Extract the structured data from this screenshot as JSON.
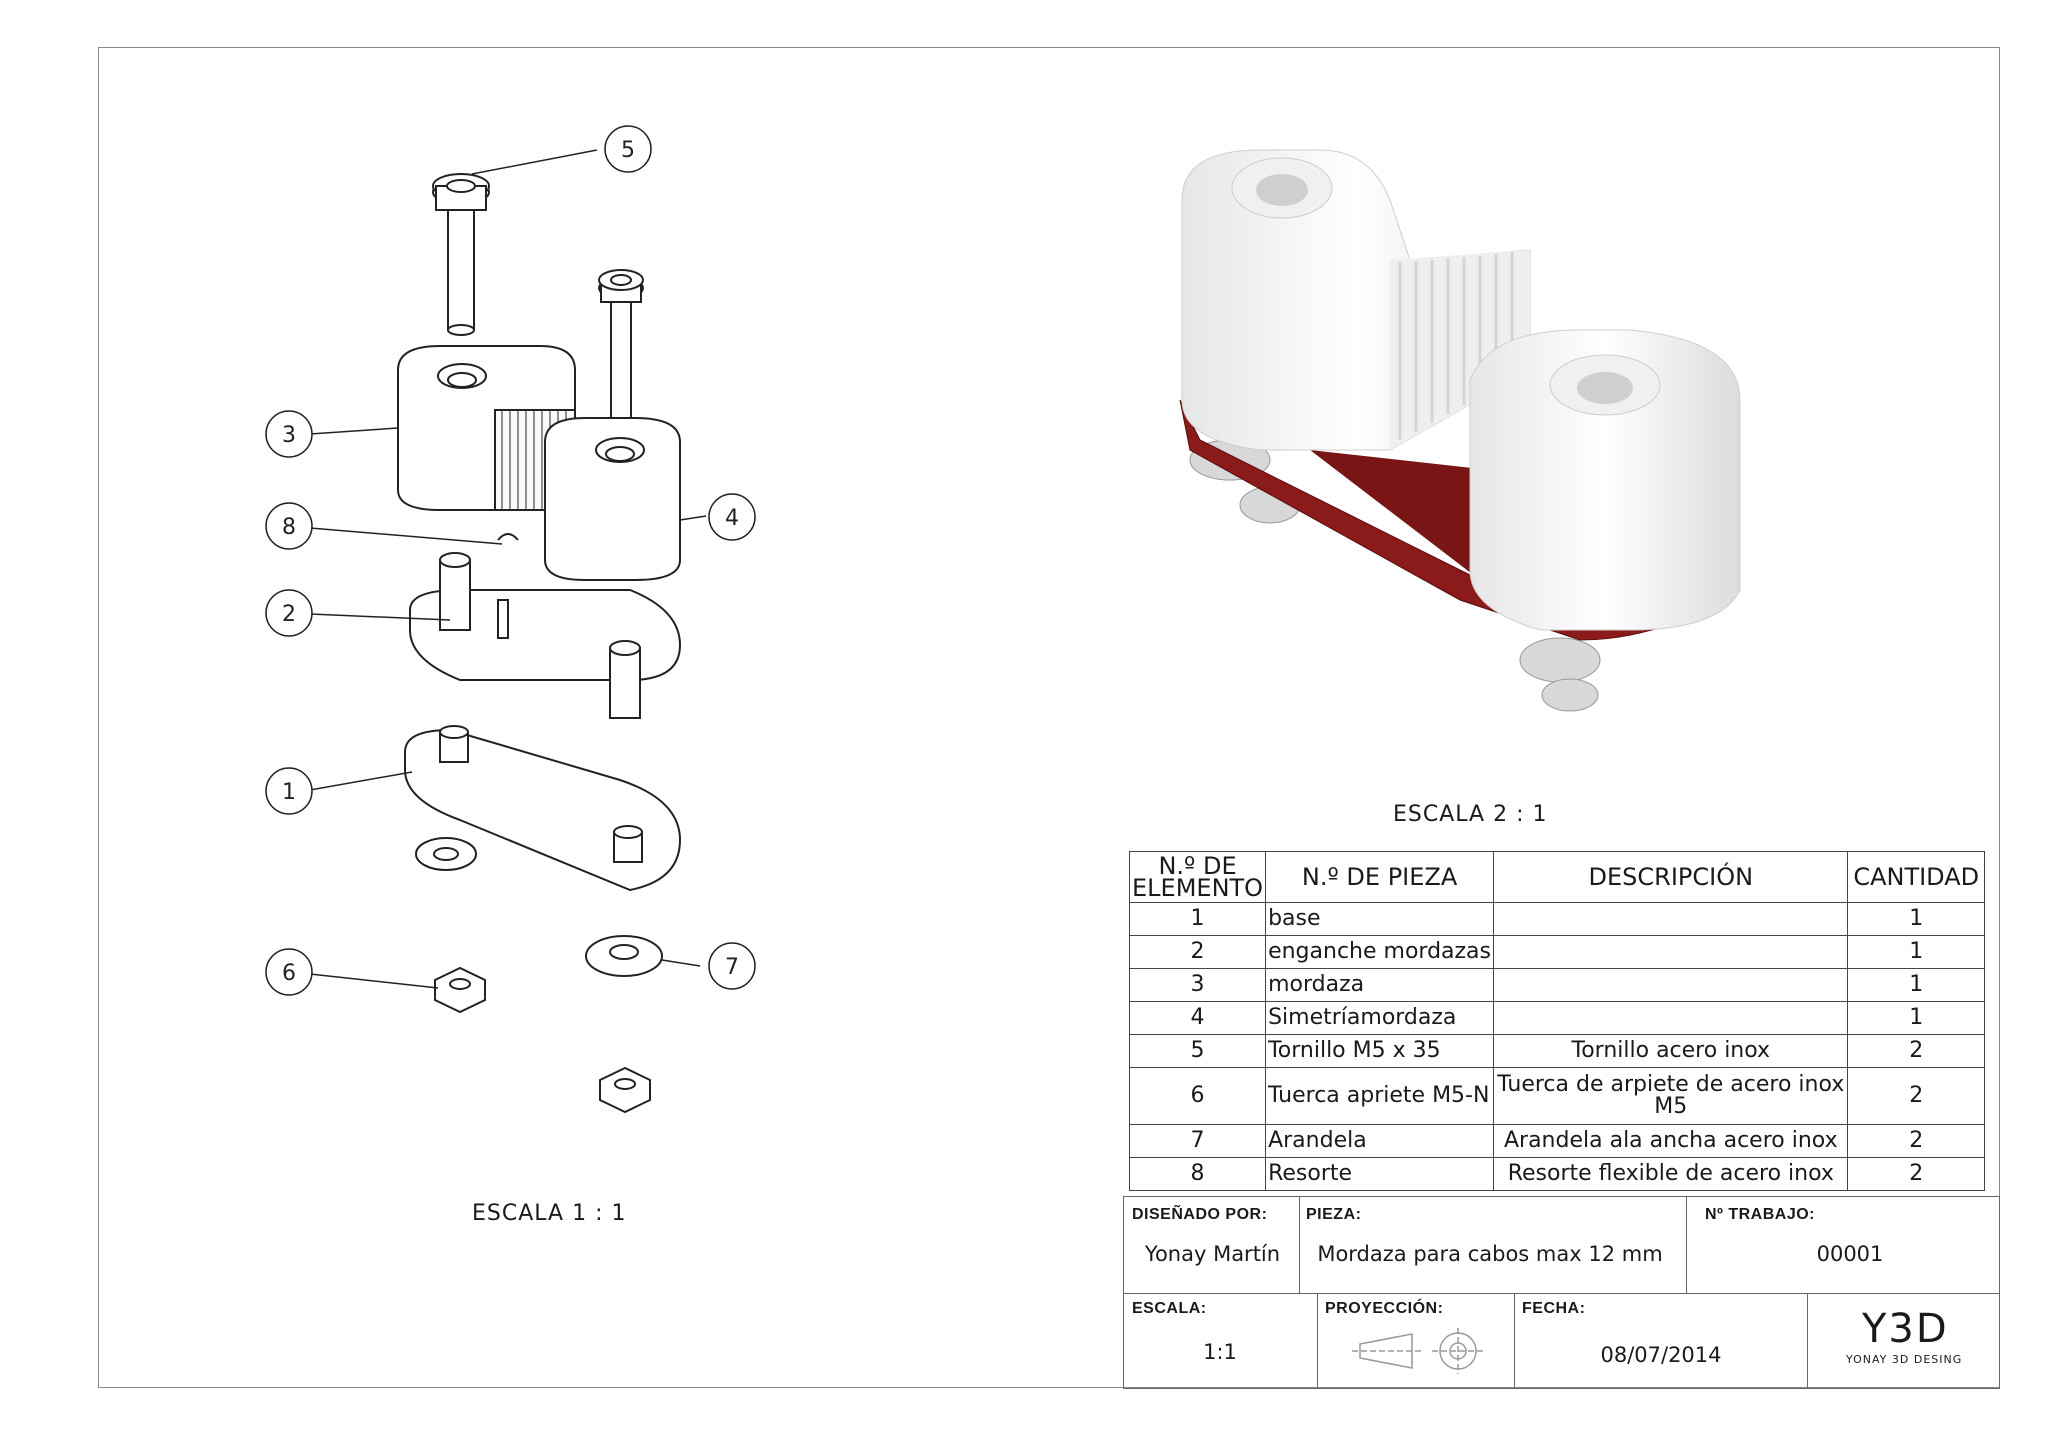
{
  "views": {
    "exploded_scale": "ESCALA 1 : 1",
    "iso_scale": "ESCALA 2 : 1"
  },
  "balloons": [
    "5",
    "3",
    "8",
    "2",
    "1",
    "6",
    "7",
    "4"
  ],
  "bom": {
    "headers": [
      "N.º DE ELEMENTO",
      "N.º DE PIEZA",
      "DESCRIPCIÓN",
      "CANTIDAD"
    ],
    "rows": [
      {
        "n": "1",
        "pieza": "base",
        "desc": "",
        "cant": "1"
      },
      {
        "n": "2",
        "pieza": "enganche mordazas",
        "desc": "",
        "cant": "1"
      },
      {
        "n": "3",
        "pieza": "mordaza",
        "desc": "",
        "cant": "1"
      },
      {
        "n": "4",
        "pieza": "Simetríamordaza",
        "desc": "",
        "cant": "1"
      },
      {
        "n": "5",
        "pieza": "Tornillo M5 x 35",
        "desc": "Tornillo acero inox",
        "cant": "2"
      },
      {
        "n": "6",
        "pieza": "Tuerca apriete M5-N",
        "desc": "Tuerca de arpiete de acero inox M5",
        "cant": "2"
      },
      {
        "n": "7",
        "pieza": "Arandela",
        "desc": "Arandela ala ancha acero inox",
        "cant": "2"
      },
      {
        "n": "8",
        "pieza": "Resorte",
        "desc": "Resorte flexible de acero inox",
        "cant": "2"
      }
    ]
  },
  "title_block": {
    "designed_by_label": "DISEÑADO POR:",
    "designed_by": "Yonay Martín",
    "part_label": "PIEZA:",
    "part": "Mordaza para cabos max 12 mm",
    "job_label": "Nº TRABAJO:",
    "job": "00001",
    "scale_label": "ESCALA:",
    "scale": "1:1",
    "projection_label": "PROYECCIÓN:",
    "date_label": "FECHA:",
    "date": "08/07/2014",
    "logo": "Y3D",
    "logo_sub": "YONAY 3D DESING"
  },
  "colors": {
    "base_red": "#8b1a1a",
    "body_white": "#f4f4f4",
    "line": "#222222"
  }
}
